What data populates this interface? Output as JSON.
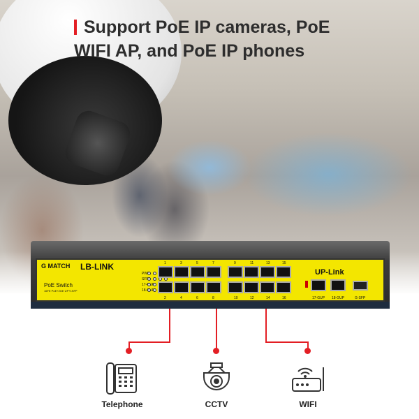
{
  "headline": [
    "Support PoE IP cameras, PoE",
    "WIFI AP, and PoE IP phones"
  ],
  "switch": {
    "brand1": "G MATCH",
    "brand2": "LB-LINK",
    "model": "PoE Switch",
    "model_sub": "16FE PoE+2GE UP+1SFP",
    "uplink": "UP-Link",
    "led_rows": [
      "PWR",
      "SFP",
      "17-GUP",
      "18-GUP"
    ],
    "top_ports": [
      "1",
      "3",
      "5",
      "7",
      "9",
      "11",
      "13",
      "15"
    ],
    "bottom_ports": [
      "2",
      "4",
      "6",
      "8",
      "10",
      "12",
      "14",
      "16"
    ],
    "uplink_ports": [
      "17-GUP",
      "18-GUP",
      "G-SFP"
    ]
  },
  "devices": [
    {
      "label": "Telephone",
      "icon": "telephone-icon"
    },
    {
      "label": "CCTV",
      "icon": "cctv-icon"
    },
    {
      "label": "WIFI",
      "icon": "wifi-router-icon"
    }
  ],
  "colors": {
    "accent": "#e31e24",
    "panel": "#f3e600"
  }
}
